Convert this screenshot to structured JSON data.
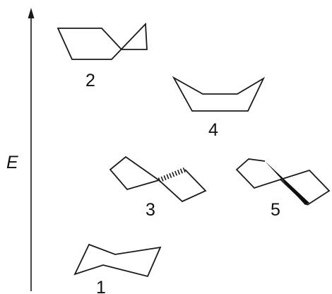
{
  "axis": {
    "label": "E"
  },
  "structures": [
    {
      "id": "1",
      "label": "1"
    },
    {
      "id": "2",
      "label": "2"
    },
    {
      "id": "3",
      "label": "3"
    },
    {
      "id": "4",
      "label": "4"
    },
    {
      "id": "5",
      "label": "5"
    }
  ]
}
